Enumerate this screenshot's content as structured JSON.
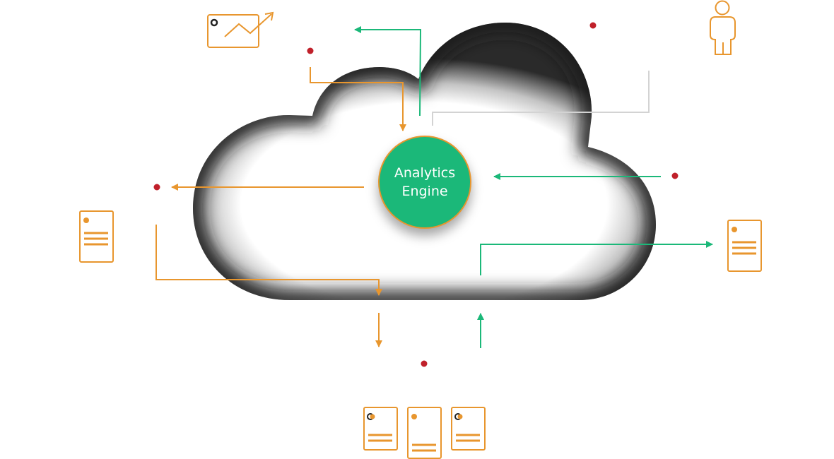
{
  "engine": {
    "label_line1": "Analytics",
    "label_line2": "Engine",
    "fill_color": "#1bb879",
    "border_color": "#e8962e"
  },
  "colors": {
    "orange": "#e8962e",
    "green": "#1bb879",
    "gray": "#d3d3d3",
    "red_dot": "#c0202a",
    "dark_ring": "#222222"
  },
  "icons": {
    "trend_chart": "trend-chart-icon",
    "user": "user-icon",
    "document": "document-icon",
    "data_point": "data-point-dot"
  }
}
